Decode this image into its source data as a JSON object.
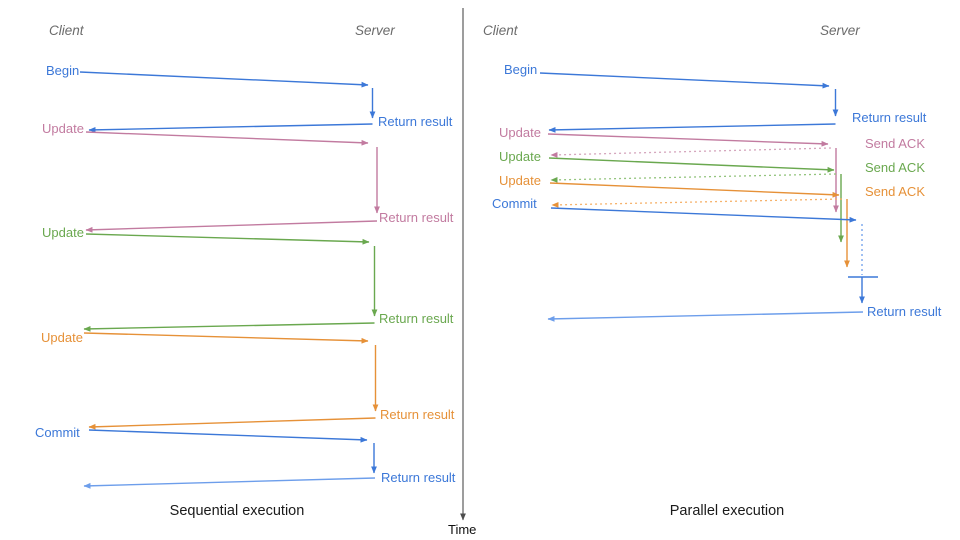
{
  "left": {
    "client_label": "Client",
    "server_label": "Server",
    "caption": "Sequential execution",
    "messages": [
      {
        "request": "Begin",
        "response": "Return result"
      },
      {
        "request": "Update",
        "response": "Return result"
      },
      {
        "request": "Update",
        "response": "Return result"
      },
      {
        "request": "Update",
        "response": "Return result"
      },
      {
        "request": "Commit",
        "response": "Return result"
      }
    ]
  },
  "right": {
    "client_label": "Client",
    "server_label": "Server",
    "caption": "Parallel execution",
    "messages": [
      {
        "request": "Begin",
        "response": "Return result"
      },
      {
        "request": "Update",
        "response": "Send ACK"
      },
      {
        "request": "Update",
        "response": "Send ACK"
      },
      {
        "request": "Update",
        "response": "Send ACK"
      },
      {
        "request": "Commit",
        "response": "Return result"
      }
    ]
  },
  "time_label": "Time",
  "colors": {
    "blue": "#3c78d8",
    "light_blue": "#6d9eeb",
    "pink": "#c27ba0",
    "light_pink": "#d5a6bd",
    "green": "#6aa84f",
    "light_green": "#93c47d",
    "orange": "#e69138",
    "light_orange": "#f6b26b",
    "axis": "#4d4d4d",
    "actor_text": "#6b6b6b"
  }
}
